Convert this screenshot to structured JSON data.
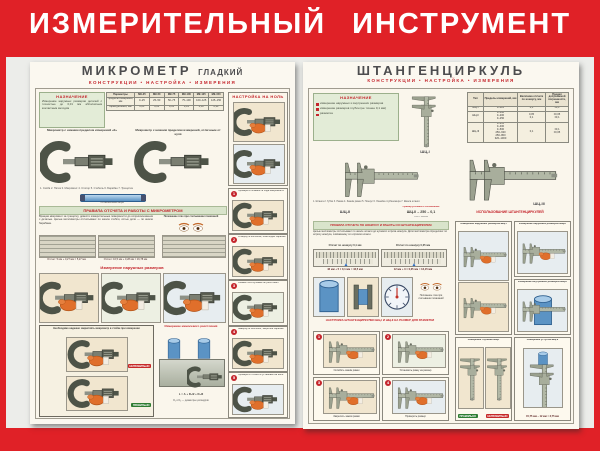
{
  "poster": {
    "main_title": "ИЗМЕРИТЕЛЬНЫЙ ИНСТРУМЕНТ"
  },
  "micrometer": {
    "title": "МИКРОМЕТР",
    "title_suffix": "ГЛАДКИЙ",
    "subtitle": "КОНСТРУКЦИИ • НАСТРОЙКА • ИЗМЕРЕНИЯ",
    "purpose": {
      "title": "НАЗНАЧЕНИЕ",
      "text": "Измерение наружных размеров деталей с точностью до 0,01 мм абсолютным контактным методом"
    },
    "table": {
      "param_header": "Параметры",
      "types": [
        "МК-25",
        "МК-50",
        "МК-75",
        "МК-100",
        "МК-125",
        "МК-150"
      ],
      "range_label": "Пределы измерений, мм",
      "ranges": [
        "0–25",
        "25–50",
        "50–75",
        "75–100",
        "100–125",
        "125–150"
      ],
      "step_label": "Цена деления, мм",
      "steps": [
        "0,01",
        "0,01",
        "0,01",
        "0,01",
        "0,01",
        "0,01"
      ]
    },
    "diagram_left_title": "Микрометр с нижним пределом измерений «0»",
    "diagram_right_title": "Микрометр с нижним пределом измерений, отличным от нуля",
    "legend": "1. Скоба   2. Пятка   3. Микровинт   4. Стопор   5. Стебель   6. Барабан   7. Трещотка",
    "setting_bar_caption": "Установочная мера",
    "zero_title": "НАСТРОЙКА НА НОЛЬ",
    "steps": [
      {
        "num": "1",
        "caption": "Проверить плавность хода микровинта"
      },
      {
        "num": "2",
        "caption": "Отвернуть колпачок, освободив барабан"
      },
      {
        "num": "3",
        "caption": "Совместить нулевые штрихи шкал"
      },
      {
        "num": "4",
        "caption": "Завернуть колпачок, закрепив барабан"
      },
      {
        "num": "5",
        "caption": "Проверить точность установки на ноль"
      }
    ],
    "rules_banner": "ПРАВИЛА ОТСЧЕТА И РАБОТЫ С МИКРОМЕТРОМ",
    "paragraph": "Вращая микровинт за трещотку, довести измерительные поверхности до соприкосновения с деталью. Целые миллиметры отсчитывают по шкале стебля, сотые доли — по шкале барабана.",
    "eyes_caption": "Положение глаз при считывании показаний",
    "reading1": "Отсчет: 5 мм + 0,27 мм = 5,27 мм",
    "reading2": "Отсчет: 16,5 мм + 0,28 мм = 16,78 мм",
    "measure_banner": "Измерение наружных размеров",
    "clamp": {
      "header": "Необходимо надежно закреплять микрометр в стойке при измерении",
      "wrong": "НЕПРАВИЛЬНО",
      "right": "ПРАВИЛЬНО"
    },
    "axis": {
      "title": "Измерение межосевого расстояния",
      "formula": "L = А + D₁/2 + D₂/2",
      "note": "D₁ и D₂ — диаметры цилиндров"
    }
  },
  "caliper": {
    "title": "ШТАНГЕНЦИРКУЛЬ",
    "subtitle": "КОНСТРУКЦИИ • НАСТРОЙКА • ИЗМЕРЕНИЯ",
    "purpose": {
      "title": "НАЗНАЧЕНИЕ",
      "items": [
        "измерение наружных и внутренних размеров",
        "измерение размеров глубин (не точнее 0,1 мм)",
        "разметка"
      ]
    },
    "labels": {
      "shc1": "ШЦ-I",
      "shc2": "ШЦ-II",
      "shc3": "ШЦ-III"
    },
    "table": {
      "headers": [
        "Тип",
        "Пределы измерений, мм",
        "Величина отсчета по нониусу, мм",
        "Предел допускаемой погрешности, мм"
      ],
      "rows": [
        {
          "type": "ШЦ-I",
          "range": "0–125",
          "vernier": "0,1",
          "error": "±0,1"
        },
        {
          "type": "ШЦ-II",
          "range": "0–160\n0–200\n0–250",
          "vernier": "0,05\n0,1",
          "error": "±0,05\n±0,1"
        },
        {
          "type": "ШЦ-III",
          "range": "0–315\n0–400\n0–500\n250–630\n250–800\n320–1000",
          "vernier": "0,1",
          "error": "±0,1\n±0,05"
        }
      ]
    },
    "example": {
      "title": "Пример условного обозначения",
      "value": "ШЦ-II – 250 – 0,1",
      "note": "ГОСТ 166-89"
    },
    "legend": "1. Штанга   2. Губки   3. Рамка   4. Зажим рамки   5. Нониус   6. Линейка глубиномера   7. Шкала штанги",
    "rules_banner": "ПРАВИЛА ОТСЧЕТА ПО НОНИУСУ И РАБОТЫ СО ШТАНГЕНЦИРКУЛЕМ",
    "paragraph": "Целые миллиметры отсчитывают по шкале штанги до нулевого штриха нониуса. Доли миллиметра определяют по штриху нониуса, совпавшему со штрихом штанги.",
    "vernier1": {
      "caption": "Отсчет по нониусу 0,1 мм",
      "formula": "42 мм + 5 × 0,1 мм = 42,5 мм"
    },
    "vernier2": {
      "caption": "Отсчет по нониусу 0,05 мм",
      "formula": "12 мм + 3 × 0,05 мм = 12,15 мм"
    },
    "eyes_caption": "Положение глаз при считывании показаний",
    "usage": {
      "title": "ИСПОЛЬЗОВАНИЕ ШТАНГЕНЦИРКУЛЕЙ",
      "a": "Измерение наружных размеров ШЦ-I",
      "b": "Измерение наружных размеров ШЦ-II",
      "c": "Измерение внутренних размеров ШЦ-II",
      "d": "Измерение глубины ШЦ-I",
      "e": "Измерение уступов ШЦ-II",
      "right": "ПРАВИЛЬНО",
      "wrong": "НЕПРАВИЛЬНО",
      "detail": "Деталь",
      "formula": "15,75 мм – 12 мм = 3,75 мм"
    },
    "setup": {
      "title": "НАСТРОЙКА ШТАНГЕНЦИРКУЛЕЙ ШЦ-I И ШЦ-II НА РАЗМЕР ДЛЯ РАЗМЕТКИ",
      "steps": [
        {
          "num": "1",
          "caption": "Ослабить зажим рамки"
        },
        {
          "num": "2",
          "caption": "Установить рамку на размер"
        },
        {
          "num": "3",
          "caption": "Закрепить зажим рамки"
        },
        {
          "num": "4",
          "caption": "Проверить размер"
        }
      ]
    }
  }
}
